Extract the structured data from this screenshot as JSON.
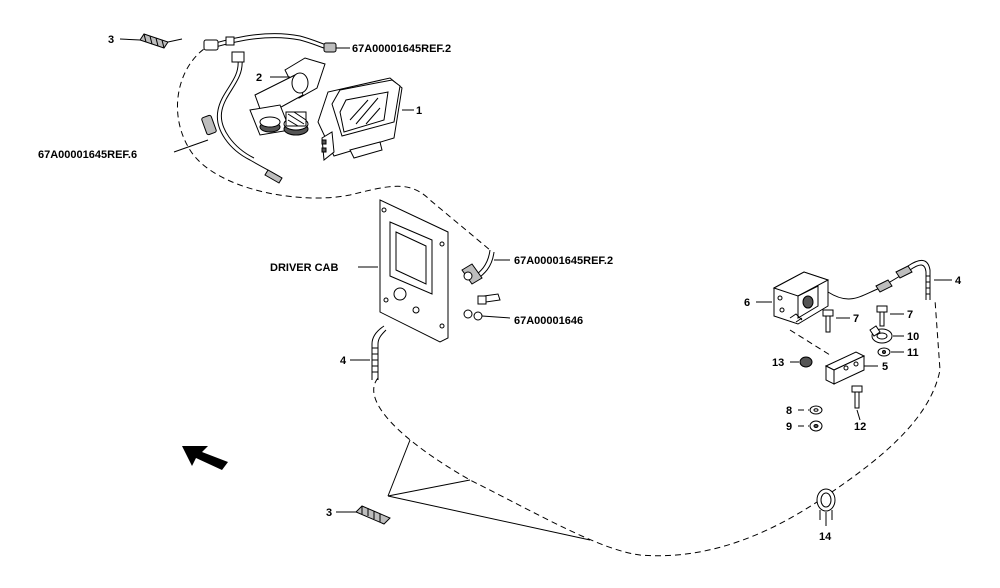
{
  "labels": {
    "cable_top": "3",
    "ref_top": "67A00001645REF.2",
    "bracket_monitor": "2",
    "monitor": "1",
    "ref_left": "67A00001645REF.6",
    "driver_cab": "DRIVER CAB",
    "ref_cab": "67A00001645REF.2",
    "ref_bolts": "67A00001646",
    "cable_left": "4",
    "cable_right": "4",
    "camera": "6",
    "bolt_7a": "7",
    "bolt_7b": "7",
    "clamp": "10",
    "nut_11": "11",
    "nut_13": "13",
    "bracket_5": "5",
    "washer_8": "8",
    "nut_9": "9",
    "bolt_12": "12",
    "cable_bottom": "3",
    "grommet": "14"
  },
  "icons": {
    "direction": "arrow-icon"
  }
}
